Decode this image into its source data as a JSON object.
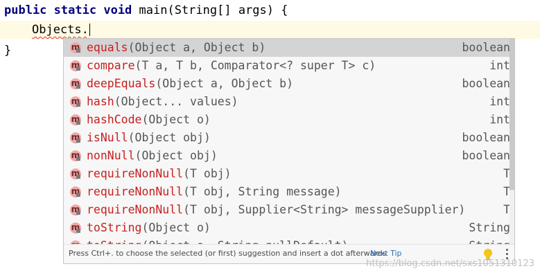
{
  "editor": {
    "line1": {
      "kw1": "public",
      "kw2": "static",
      "kw3": "void",
      "rest": " main(String[] args) {"
    },
    "line2": {
      "token": "Objects",
      "dot": "."
    },
    "line3": {
      "text": "}"
    }
  },
  "completion": {
    "icon_letter": "m",
    "items": [
      {
        "name": "equals",
        "params": "(Object a, Object b)",
        "type": "boolean",
        "selected": true
      },
      {
        "name": "compare",
        "params": "(T a, T b, Comparator<? super T> c)",
        "type": "int"
      },
      {
        "name": "deepEquals",
        "params": "(Object a, Object b)",
        "type": "boolean"
      },
      {
        "name": "hash",
        "params": "(Object... values)",
        "type": "int"
      },
      {
        "name": "hashCode",
        "params": "(Object o)",
        "type": "int"
      },
      {
        "name": "isNull",
        "params": "(Object obj)",
        "type": "boolean"
      },
      {
        "name": "nonNull",
        "params": "(Object obj)",
        "type": "boolean"
      },
      {
        "name": "requireNonNull",
        "params": "(T obj)",
        "type": "T"
      },
      {
        "name": "requireNonNull",
        "params": "(T obj, String message)",
        "type": "T"
      },
      {
        "name": "requireNonNull",
        "params": "(T obj, Supplier<String> messageSupplier)",
        "type": "T"
      },
      {
        "name": "toString",
        "params": "(Object o)",
        "type": "String"
      },
      {
        "name": "toString",
        "params": "(Object o, String nullDefault)",
        "type": "String"
      }
    ],
    "footer": {
      "hint": "Press Ctrl+. to choose the selected (or first) suggestion and insert a dot afterwards",
      "tip_link": "Next Tip"
    }
  },
  "watermark": "https://blog.csdn.net/sxs1051310123",
  "colors": {
    "keyword": "#000080",
    "method_name": "#c62020",
    "selection": "#d4d4d4",
    "current_line": "#fffae3",
    "tip_link": "#2f6db5"
  }
}
